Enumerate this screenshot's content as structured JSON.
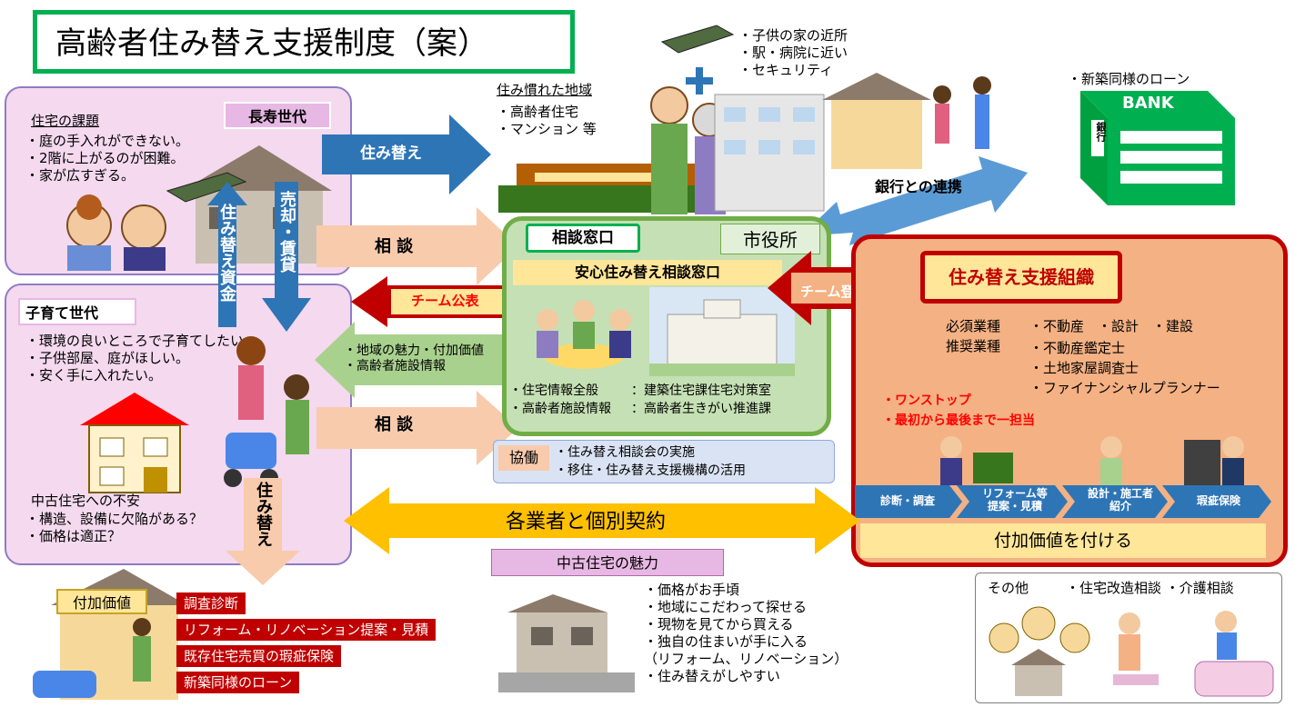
{
  "title": "高齢者住み替え支援制度（案）",
  "elderly": {
    "label": "長寿世代",
    "issues_title": "住宅の課題",
    "issues": [
      "・庭の手入れができない。",
      "・2階に上がるのが困難。",
      "・家が広すぎる。"
    ]
  },
  "family": {
    "label": "子育て世代",
    "needs": [
      "・環境の良いところで子育てしたい。",
      "・子供部屋、庭がほしい。",
      "・安く手に入れたい。"
    ],
    "worry_title": "中古住宅への不安",
    "worries": [
      "・構造、設備に欠陥がある？",
      "・価格は適正？"
    ]
  },
  "arrows": {
    "move": "住み替え",
    "consult1": "相 談",
    "consult2": "相 談",
    "funds": "住み替え資金",
    "sell": "売却・賃貸",
    "team_publish": "チーム公表",
    "team_register": "チーム登録",
    "bank_link": "銀行との連携",
    "individual_contract": "各業者と個別契約",
    "move_down": "住み替え"
  },
  "familiar_area": {
    "title": "住み慣れた地域",
    "items": [
      "・高齢者住宅",
      "・マンション 等"
    ]
  },
  "child_home": {
    "items": [
      "・子供の家の近所",
      "・駅・病院に近い",
      "・セキュリティ"
    ]
  },
  "bank": {
    "note": "・新築同様のローン",
    "sign": "BANK",
    "side": "銀行"
  },
  "city": {
    "window_label": "相談窓口",
    "office_label": "市役所",
    "center_title": "安心住み替え相談窓口",
    "rows": [
      {
        "left": "・住宅情報全般",
        "right": "：建築住宅課住宅対策室"
      },
      {
        "left": "・高齢者施設情報",
        "right": "：高齢者生きがい推進課"
      }
    ],
    "info_items": [
      "・地域の魅力・付加価値",
      "・高齢者施設情報"
    ]
  },
  "collab": {
    "label": "協働",
    "items": [
      "・住み替え相談会の実施",
      "・移住・住み替え支援機構の活用"
    ]
  },
  "org": {
    "title": "住み替え支援組織",
    "req_label": "必須業種",
    "req_items": "・不動産　・設計　・建設",
    "rec_label": "推奨業種",
    "rec_items": [
      "・不動産鑑定士",
      "・土地家屋調査士",
      "・ファイナンシャルプランナー"
    ],
    "highlights": [
      "・ワンストップ",
      "・最初から最後まで一担当"
    ],
    "steps": [
      "診断・調査",
      "リフォーム等\n提案・見積",
      "設計・施工者\n紹介",
      "瑕疵保険"
    ],
    "value_bar": "付加価値を付ける"
  },
  "added_value": {
    "label": "付加価値",
    "items": [
      "調査診断",
      "リフォーム・リノベーション提案・見積",
      "既存住宅売買の瑕疵保険",
      "新築同様のローン"
    ]
  },
  "used_house": {
    "title": "中古住宅の魅力",
    "items": [
      "・価格がお手頃",
      "・地域にこだわって探せる",
      "・現物を見てから買える",
      "・独自の住まいが手に入る",
      "（リフォーム、リノベーション）",
      "・住み替えがしやすい"
    ]
  },
  "others": {
    "label": "その他",
    "items": "・住宅改造相談 ・介護相談"
  },
  "colors": {
    "title_border": "#00b050",
    "pink_panel": "#f4d9ef",
    "pink_border": "#8e7cc3",
    "blue_arrow": "#2e75b6",
    "salmon_arrow": "#f8cbad",
    "green_panel": "#c5e0b4",
    "green_border": "#70ad47",
    "red_border": "#c00000",
    "orange_panel": "#f4b183",
    "yellow": "#ffe699",
    "gold_arrow": "#ffc000"
  }
}
